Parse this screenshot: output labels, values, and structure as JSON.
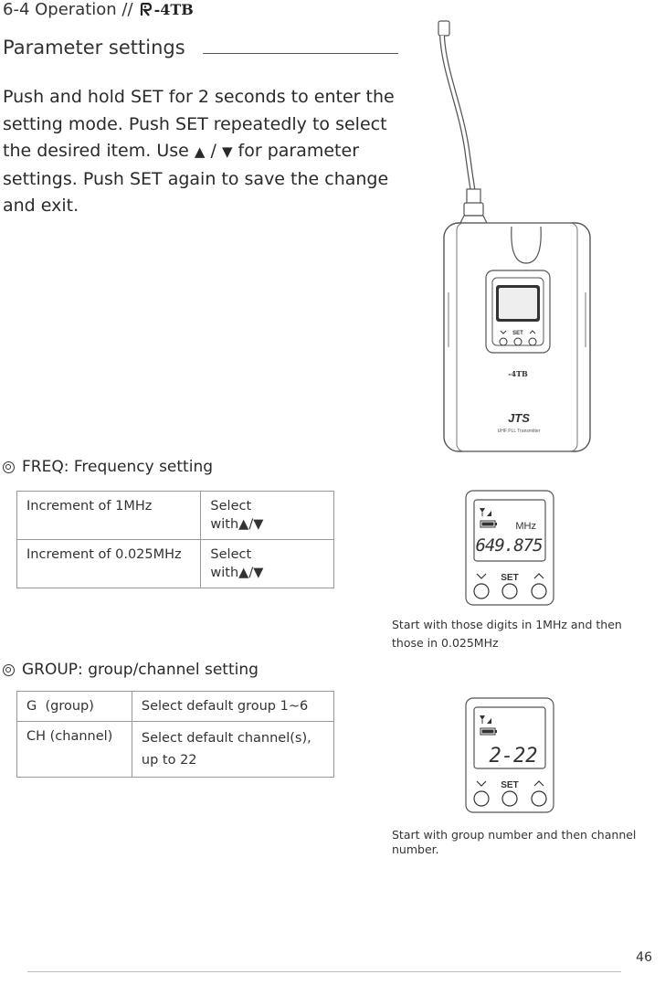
{
  "header": {
    "section": "6-4 Operation //",
    "logo_text": "-4TB"
  },
  "title": "Parameter settings",
  "intro": {
    "line1": "Push and hold SET for 2 seconds to enter the",
    "line2": "setting mode. Push SET repeatedly to select",
    "line3_pre": "the desired item. Use",
    "up_arrow": "▲",
    "slash": "/",
    "down_arrow": "▼",
    "line3_post": "for parameter",
    "line4": "settings. Push SET again to save the change",
    "line5": "and exit."
  },
  "freq": {
    "heading": "FREQ: Frequency setting",
    "rows": [
      {
        "label": "Increment of 1MHz",
        "action_1": "Select",
        "action_2": "with▲/▼"
      },
      {
        "label": "Increment of 0.025MHz",
        "action_1": "Select",
        "action_2": "with▲/▼"
      }
    ],
    "display": {
      "unit": "MHz",
      "value": "649.875",
      "set_label": "SET"
    },
    "caption_1": "Start with those digits in 1MHz and then",
    "caption_2": "those in 0.025MHz"
  },
  "group": {
    "heading": "GROUP: group/channel setting",
    "rows": [
      {
        "label": "G  (group)",
        "action_1": "Select default group 1~6",
        "action_2": ""
      },
      {
        "label": "CH (channel)",
        "action_1": "Select default channel(s),",
        "action_2": "up to 22"
      }
    ],
    "display": {
      "value": "2-22",
      "set_label": "SET"
    },
    "caption_1": "Start with group number and then channel",
    "caption_2": "number."
  },
  "device": {
    "set_label": "SET",
    "model_label": "-4TB",
    "brand": "JTS",
    "sub_brand": "UHF PLL Transmitter"
  },
  "page_number": "46"
}
